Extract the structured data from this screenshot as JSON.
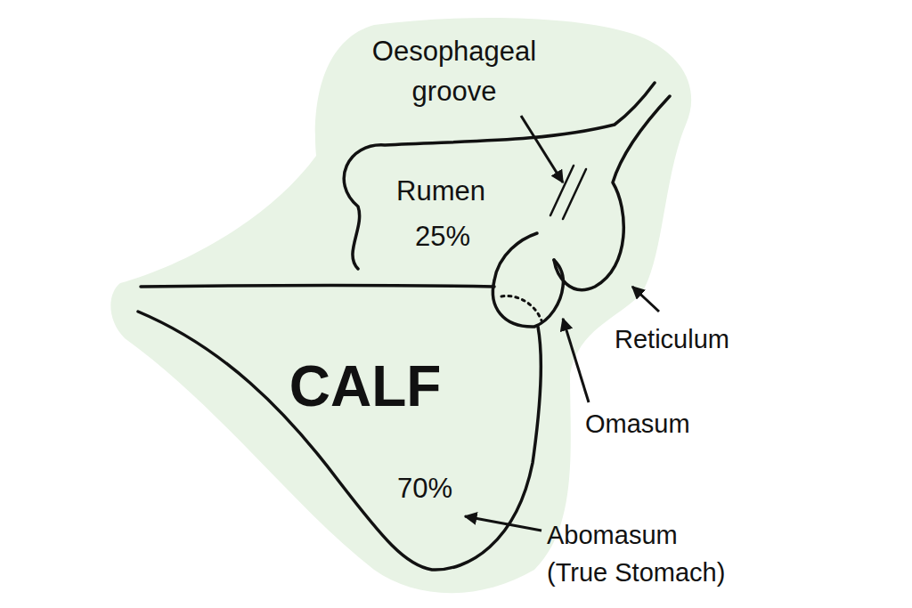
{
  "diagram": {
    "labels": [
      "Oesophageal groove",
      "Rumen",
      "25%",
      "CALF",
      "70%",
      "Reticulum",
      "Omasum",
      "Abomasum (True Stomach)"
    ]
  }
}
